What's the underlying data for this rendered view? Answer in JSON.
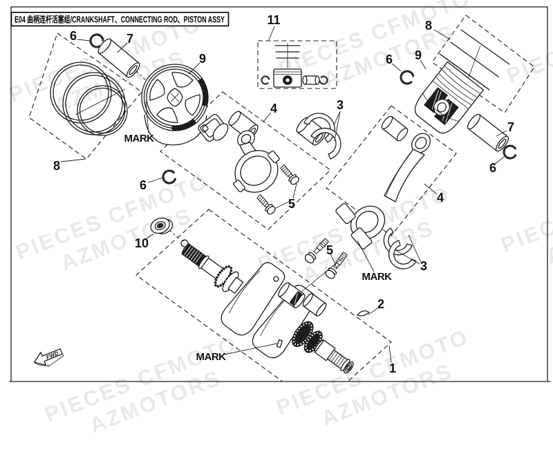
{
  "title_box": {
    "text": "E04 曲柄连杆活塞组/CRANKSHAFT、CONNECTING ROD、PISTON ASSY"
  },
  "watermark": {
    "line1": "PIECES CFMOTO",
    "line2": "AZMOTORS"
  },
  "callouts": {
    "n1": "1",
    "n2": "2",
    "n3": "3",
    "n4": "4",
    "n5": "5",
    "n6": "6",
    "n7": "7",
    "n8": "8",
    "n9": "9",
    "n10": "10",
    "n11": "11"
  },
  "annotations": {
    "mark": "MARK",
    "fwd": "FWD"
  },
  "colors": {
    "ink": "#1b1b1b",
    "watermark_gray": "#9a9a9a"
  }
}
